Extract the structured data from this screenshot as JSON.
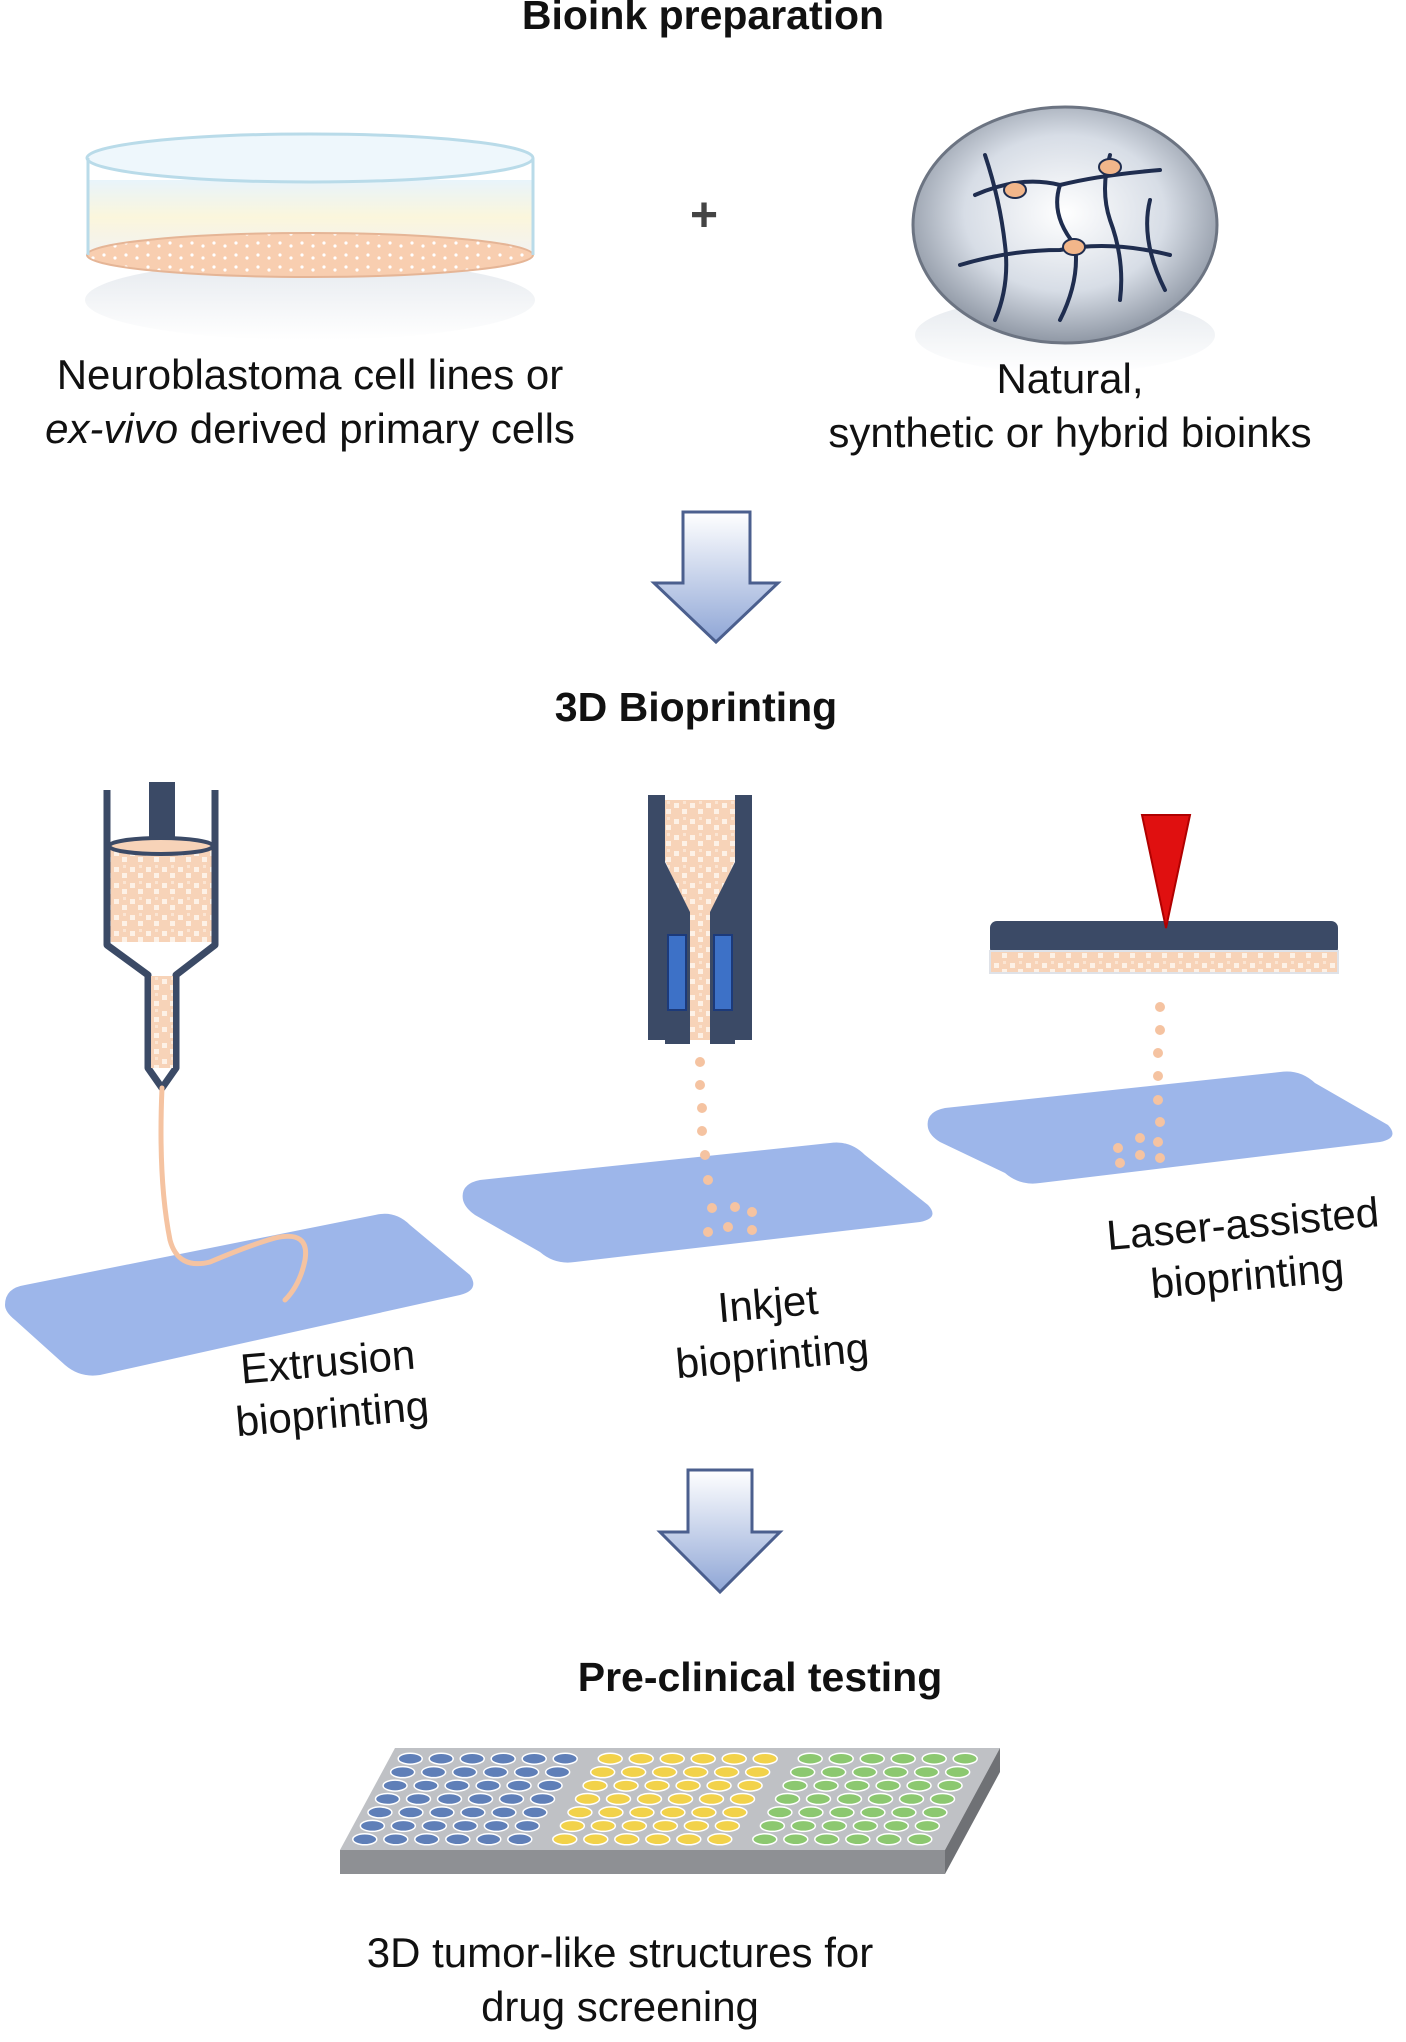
{
  "sections": {
    "bioink": {
      "title": "Bioink preparation",
      "left_caption_line1": "Neuroblastoma cell lines or",
      "left_caption_line2_italic": "ex-vivo",
      "left_caption_line2_rest": " derived primary cells",
      "plus": "+",
      "right_caption_line1": "Natural,",
      "right_caption_line2": "synthetic or hybrid bioinks"
    },
    "bioprinting": {
      "title": "3D Bioprinting",
      "extrusion_line1": "Extrusion",
      "extrusion_line2": "bioprinting",
      "inkjet_line1": "Inkjet",
      "inkjet_line2": "bioprinting",
      "laser_line1": "Laser-assisted",
      "laser_line2": "bioprinting"
    },
    "testing": {
      "title": "Pre-clinical testing",
      "caption_line1": "3D tumor-like structures for",
      "caption_line2": "drug screening"
    }
  },
  "colors": {
    "cell_peach": "#f6c9a8",
    "substrate_blue": "#9db6ea",
    "nozzle_navy": "#3b4a66",
    "laser_red": "#e01010",
    "arrow_blue": "#8fa6d6",
    "well_blue": "#5f7fb8",
    "well_yellow": "#f2d24a",
    "well_green": "#8cc870"
  }
}
